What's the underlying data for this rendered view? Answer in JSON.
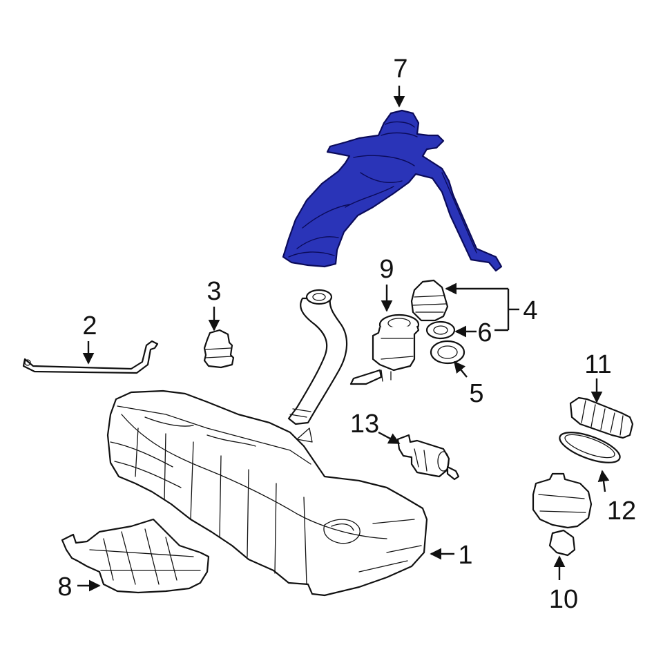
{
  "diagram": {
    "highlight_color": "#2a34b8",
    "outline_color": "#111111",
    "background_color": "#ffffff",
    "callouts": [
      {
        "id": "1",
        "label": "1"
      },
      {
        "id": "2",
        "label": "2"
      },
      {
        "id": "3",
        "label": "3"
      },
      {
        "id": "4",
        "label": "4"
      },
      {
        "id": "5",
        "label": "5"
      },
      {
        "id": "6",
        "label": "6"
      },
      {
        "id": "7",
        "label": "7"
      },
      {
        "id": "8",
        "label": "8"
      },
      {
        "id": "9",
        "label": "9"
      },
      {
        "id": "10",
        "label": "10"
      },
      {
        "id": "11",
        "label": "11"
      },
      {
        "id": "12",
        "label": "12"
      },
      {
        "id": "13",
        "label": "13"
      }
    ]
  }
}
